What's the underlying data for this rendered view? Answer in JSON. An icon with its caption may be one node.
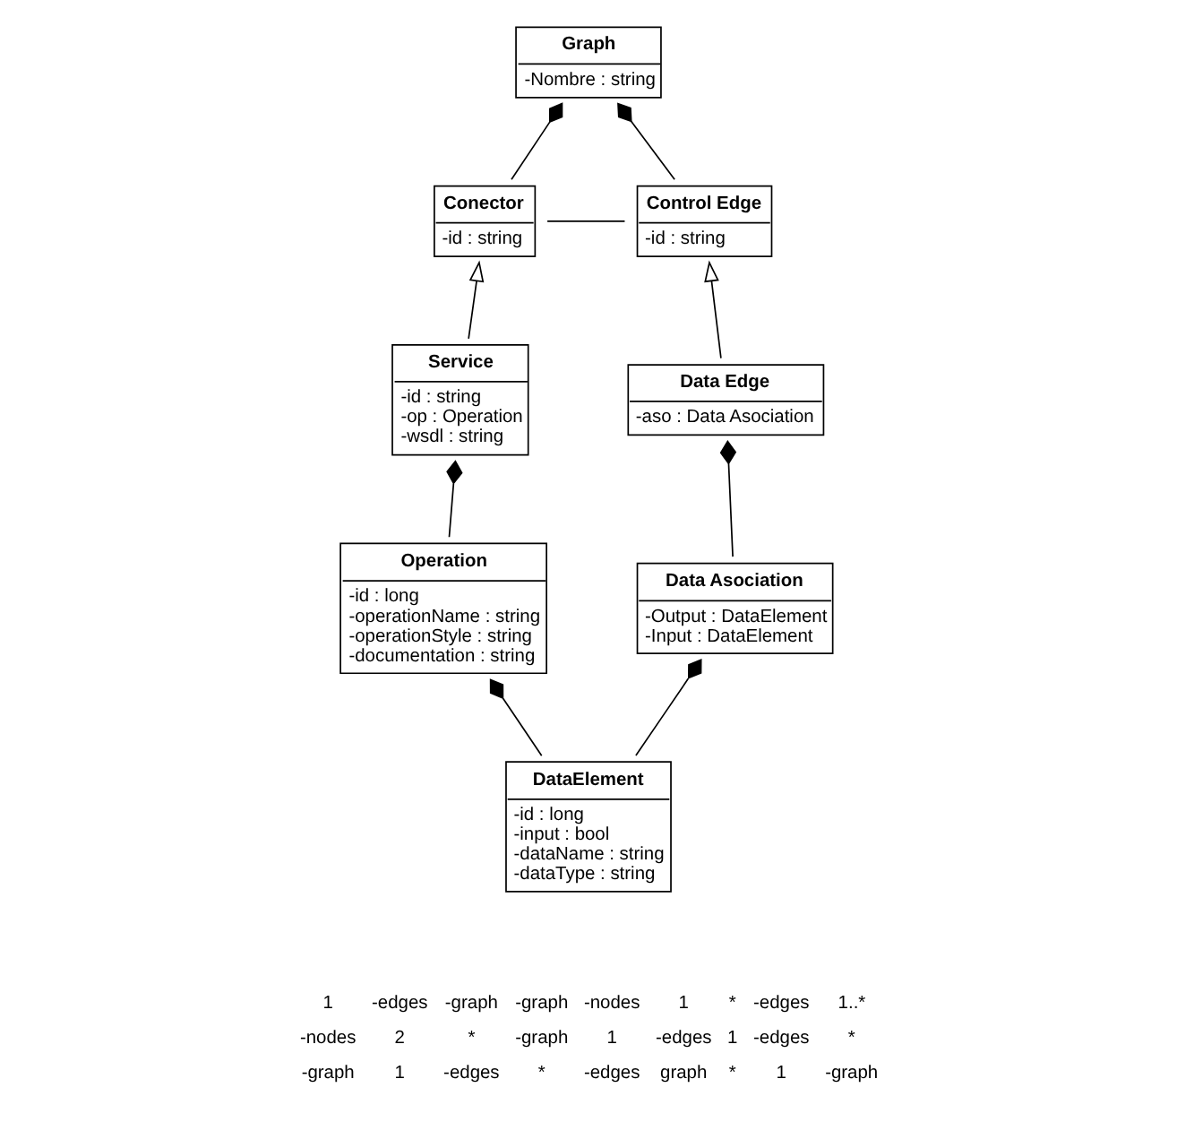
{
  "diagram": {
    "nodes": [
      {
        "text": [
          "Graph",
          "-Nombre : string"
        ]
      },
      {
        "text": [
          "Conector",
          "-id : string"
        ]
      },
      {
        "text": [
          "Control Edge",
          "-id : string"
        ]
      },
      {
        "text": [
          "Service",
          "-id : string",
          "-op : Operation",
          "-wsdl : string"
        ]
      },
      {
        "text": [
          "Data Edge",
          "-aso : Data Asociation"
        ]
      },
      {
        "text": [
          "Data Asociation",
          "-Output : DataElement",
          "-Input : DataElement"
        ]
      },
      {
        "text": [
          "Operation",
          "-id : long",
          "-operationName : string",
          "-operationStyle : string",
          "-documentation : string"
        ]
      },
      {
        "text": [
          "DataElement",
          "-id : long",
          "-input : bool",
          "-dataName : string",
          "-dataType : string"
        ]
      }
    ],
    "edges": [
      {
        "from": 0,
        "to": 1,
        "arrow": "other"
      },
      {
        "from": 0,
        "to": 2,
        "arrow": "other"
      },
      {
        "from": 1,
        "to": 2,
        "arrow": "none"
      },
      {
        "from": 3,
        "to": 1,
        "arrow": "to"
      },
      {
        "from": 4,
        "to": 2,
        "arrow": "to"
      },
      {
        "from": 3,
        "to": 6,
        "arrow": "other"
      },
      {
        "from": 4,
        "to": 5,
        "arrow": "other"
      },
      {
        "from": 6,
        "to": 7,
        "arrow": "other"
      },
      {
        "from": 5,
        "to": 7,
        "arrow": "other"
      }
    ],
    "labels": [
      "1",
      "-edges",
      "-graph",
      "-graph",
      "-nodes",
      "1",
      "*",
      "-edges",
      "1..*",
      "-nodes",
      "2",
      "*",
      "-graph",
      "1",
      "-edges",
      "1",
      "-edges",
      "*",
      "-graph",
      "1",
      "-edges",
      "*",
      "-edges",
      "graph",
      "*",
      "1",
      "-graph"
    ]
  }
}
